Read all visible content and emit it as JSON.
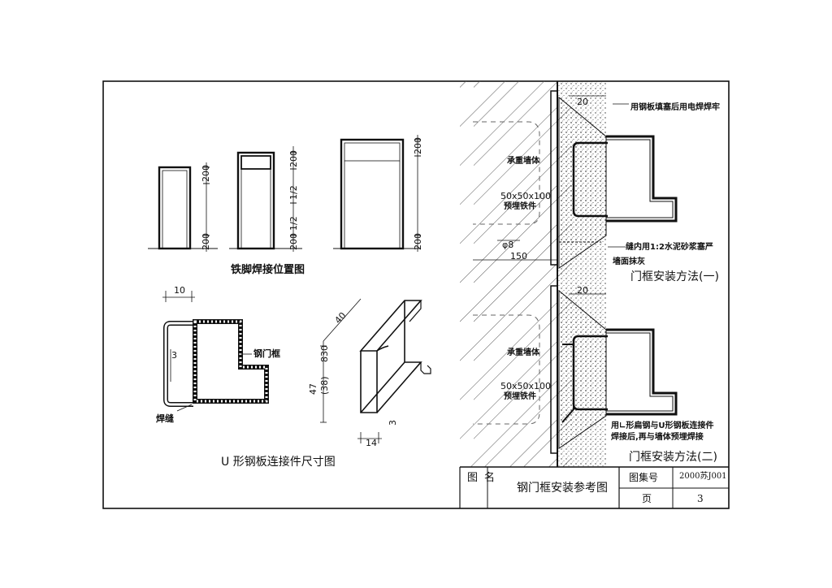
{
  "sheet": {
    "title_label": "图名",
    "drawing_title": "钢门框安装参考图",
    "atlas_label": "图集号",
    "atlas_no": "2000苏J001",
    "page_label": "页",
    "page_no": "3"
  },
  "iron_feet": {
    "caption": "铁脚焊接位置图",
    "dim_200": "200",
    "dim_half": "1/2"
  },
  "u_connector": {
    "caption": "U 形钢板连接件尺寸图",
    "dim_10": "10",
    "dim_3": "3",
    "label_frame": "钢门框",
    "label_weld": "焊缝"
  },
  "channel": {
    "dim_40": "40",
    "dim_47": "47",
    "dim_38": "(38)",
    "dim_830": "830",
    "dim_14": "14",
    "dim_3": "3"
  },
  "method1": {
    "title": "门框安装方法(一)",
    "note_top": "用钢板填塞后用电焊焊牢",
    "wall": "承重墙体",
    "embed_size": "50x50x100",
    "embed_name": "预埋铁件",
    "dim_20": "20",
    "phi8": "φ8",
    "dim_150": "150",
    "note_fill": "缝内用1:2水泥砂浆塞严",
    "note_plaster": "墙面抹灰"
  },
  "method2": {
    "title": "门框安装方法(二)",
    "wall": "承重墙体",
    "embed_size": "50x50x100",
    "embed_name": "预埋铁件",
    "dim_20": "20",
    "note_line1": "用∟形扁钢与U形钢板连接件",
    "note_line2": "焊接后,再与墙体预埋焊接"
  }
}
